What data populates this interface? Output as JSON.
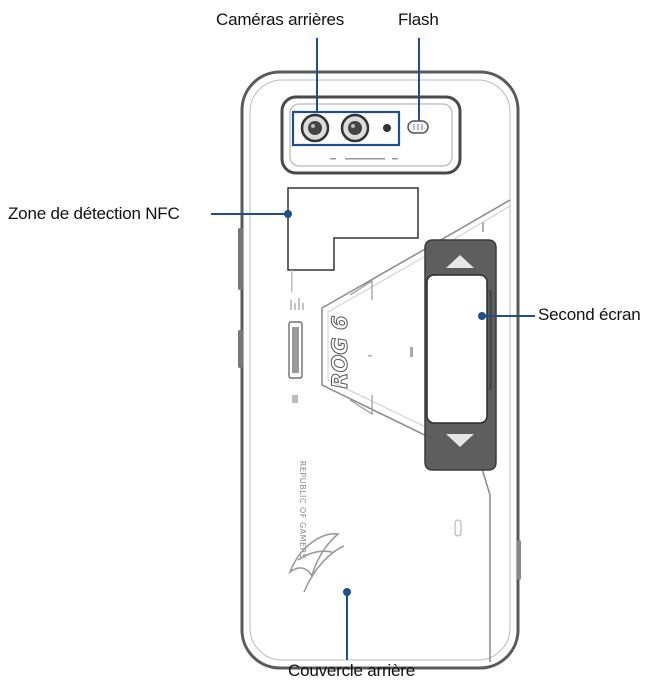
{
  "labels": {
    "rear_cameras": "Caméras arrières",
    "flash": "Flash",
    "nfc_zone": "Zone de détection NFC",
    "second_screen": "Second écran",
    "back_cover": "Couvercle arrière"
  },
  "branding": {
    "model_logo": "ROG 6",
    "brand_text": "REPUBLIC OF GAMERS"
  },
  "colors": {
    "leader_line": "#1f4e8c",
    "outline": "#555555",
    "screen_fill": "#5e5e5e",
    "screen_light": "#e6e6e6"
  }
}
